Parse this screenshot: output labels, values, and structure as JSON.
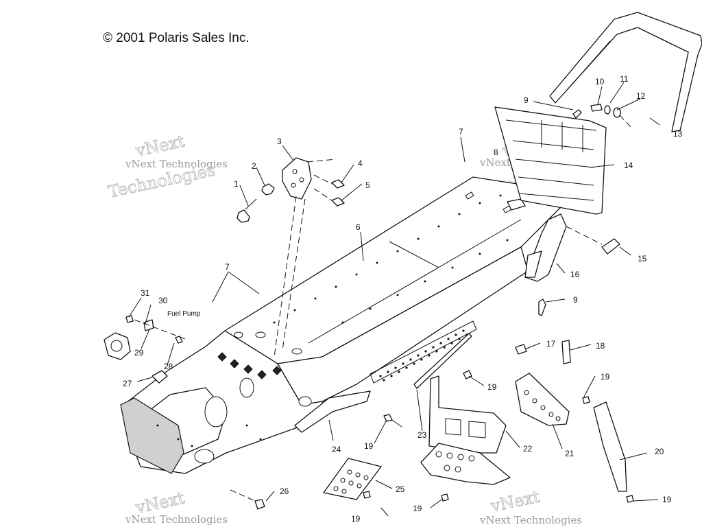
{
  "copyright": "© 2001 Polaris Sales Inc.",
  "fuel_pump_label": "Fuel Pump",
  "watermark": {
    "line1": "vNext Technologies",
    "big_a": "vNext",
    "big_b": "Technologies"
  },
  "callouts": {
    "c1": "1",
    "c2": "2",
    "c3": "3",
    "c4": "4",
    "c5": "5",
    "c6": "6",
    "c7a": "7",
    "c7b": "7",
    "c8": "8",
    "c9a": "9",
    "c9b": "9",
    "c10": "10",
    "c11": "11",
    "c12": "12",
    "c13": "13",
    "c14": "14",
    "c15": "15",
    "c16": "16",
    "c17": "17",
    "c18": "18",
    "c19a": "19",
    "c19b": "19",
    "c19c": "19",
    "c19d": "19",
    "c19e": "19",
    "c19f": "19",
    "c20": "20",
    "c21": "21",
    "c22": "22",
    "c23": "23",
    "c24": "24",
    "c25": "25",
    "c26": "26",
    "c27": "27",
    "c28": "28",
    "c29": "29",
    "c30": "30",
    "c31": "31"
  }
}
